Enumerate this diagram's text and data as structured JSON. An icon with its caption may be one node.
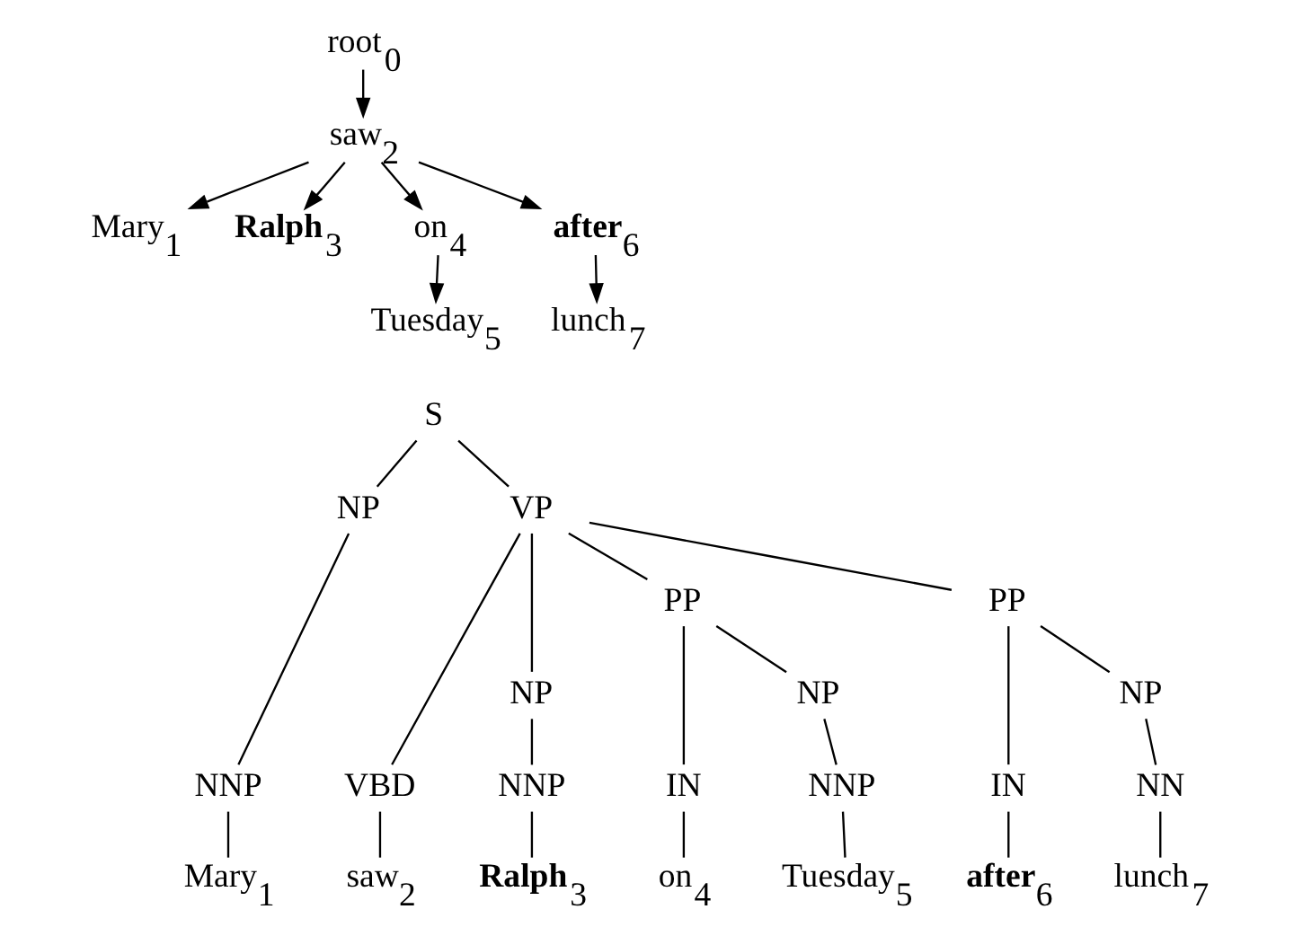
{
  "diagram": {
    "nodes": [
      {
        "text": [
          "root$_{0}$"
        ]
      },
      {
        "text": [
          "saw$_{2}$"
        ]
      },
      {
        "text": [
          "on$_{4}$"
        ]
      },
      {
        "text": [
          "**after**$_{6}$"
        ]
      },
      {
        "text": [
          "Mary$_{1}$"
        ]
      },
      {
        "text": [
          "**Ralph**$_{3}$"
        ]
      },
      {
        "text": [
          "Tuesday$_{5}$"
        ]
      },
      {
        "text": [
          "lunch$_{7}$"
        ]
      },
      {
        "text": [
          "S"
        ]
      },
      {
        "text": [
          "VP"
        ]
      },
      {
        "text": [
          "PP"
        ]
      },
      {
        "text": [
          "PP"
        ]
      },
      {
        "text": [
          "NP"
        ]
      },
      {
        "text": [
          "NP"
        ]
      },
      {
        "text": [
          "NP"
        ]
      },
      {
        "text": [
          "NP"
        ]
      },
      {
        "text": [
          "NNP"
        ]
      },
      {
        "text": [
          "VBD"
        ]
      },
      {
        "text": [
          "NNP"
        ]
      },
      {
        "text": [
          "IN"
        ]
      },
      {
        "text": [
          "NNP"
        ]
      },
      {
        "text": [
          "IN"
        ]
      },
      {
        "text": [
          "NN"
        ]
      },
      {
        "text": [
          "Mary$_{1}$"
        ]
      },
      {
        "text": [
          "saw$_{2}$"
        ]
      },
      {
        "text": [
          "**Ralph**$_{3}$"
        ]
      },
      {
        "text": [
          "on$_{4}$"
        ]
      },
      {
        "text": [
          "Tuesday$_{5}$"
        ]
      },
      {
        "text": [
          "**after**$_{6}$"
        ]
      },
      {
        "text": [
          "lunch$_{7}$"
        ]
      }
    ],
    "edges": [
      {
        "from": 0,
        "to": 1,
        "arrow": "to"
      },
      {
        "from": 1,
        "to": 4,
        "arrow": "to"
      },
      {
        "from": 1,
        "to": 5,
        "arrow": "to"
      },
      {
        "from": 1,
        "to": 2,
        "arrow": "to"
      },
      {
        "from": 1,
        "to": 3,
        "arrow": "to"
      },
      {
        "from": 2,
        "to": 6,
        "arrow": "to"
      },
      {
        "from": 3,
        "to": 7,
        "arrow": "to"
      },
      {
        "from": 8,
        "to": 12,
        "arrow": "none"
      },
      {
        "from": 8,
        "to": 9,
        "arrow": "none"
      },
      {
        "from": 9,
        "to": 17,
        "arrow": "none"
      },
      {
        "from": 9,
        "to": 13,
        "arrow": "none"
      },
      {
        "from": 9,
        "to": 10,
        "arrow": "none"
      },
      {
        "from": 9,
        "to": 11,
        "arrow": "none"
      },
      {
        "from": 10,
        "to": 19,
        "arrow": "none"
      },
      {
        "from": 10,
        "to": 14,
        "arrow": "none"
      },
      {
        "from": 11,
        "to": 21,
        "arrow": "none"
      },
      {
        "from": 11,
        "to": 15,
        "arrow": "none"
      },
      {
        "from": 12,
        "to": 16,
        "arrow": "none"
      },
      {
        "from": 13,
        "to": 18,
        "arrow": "none"
      },
      {
        "from": 14,
        "to": 20,
        "arrow": "none"
      },
      {
        "from": 15,
        "to": 22,
        "arrow": "none"
      },
      {
        "from": 16,
        "to": 23,
        "arrow": "none"
      },
      {
        "from": 17,
        "to": 24,
        "arrow": "none"
      },
      {
        "from": 18,
        "to": 25,
        "arrow": "none"
      },
      {
        "from": 19,
        "to": 26,
        "arrow": "none"
      },
      {
        "from": 20,
        "to": 27,
        "arrow": "none"
      },
      {
        "from": 21,
        "to": 28,
        "arrow": "none"
      },
      {
        "from": 22,
        "to": 29,
        "arrow": "none"
      }
    ]
  }
}
